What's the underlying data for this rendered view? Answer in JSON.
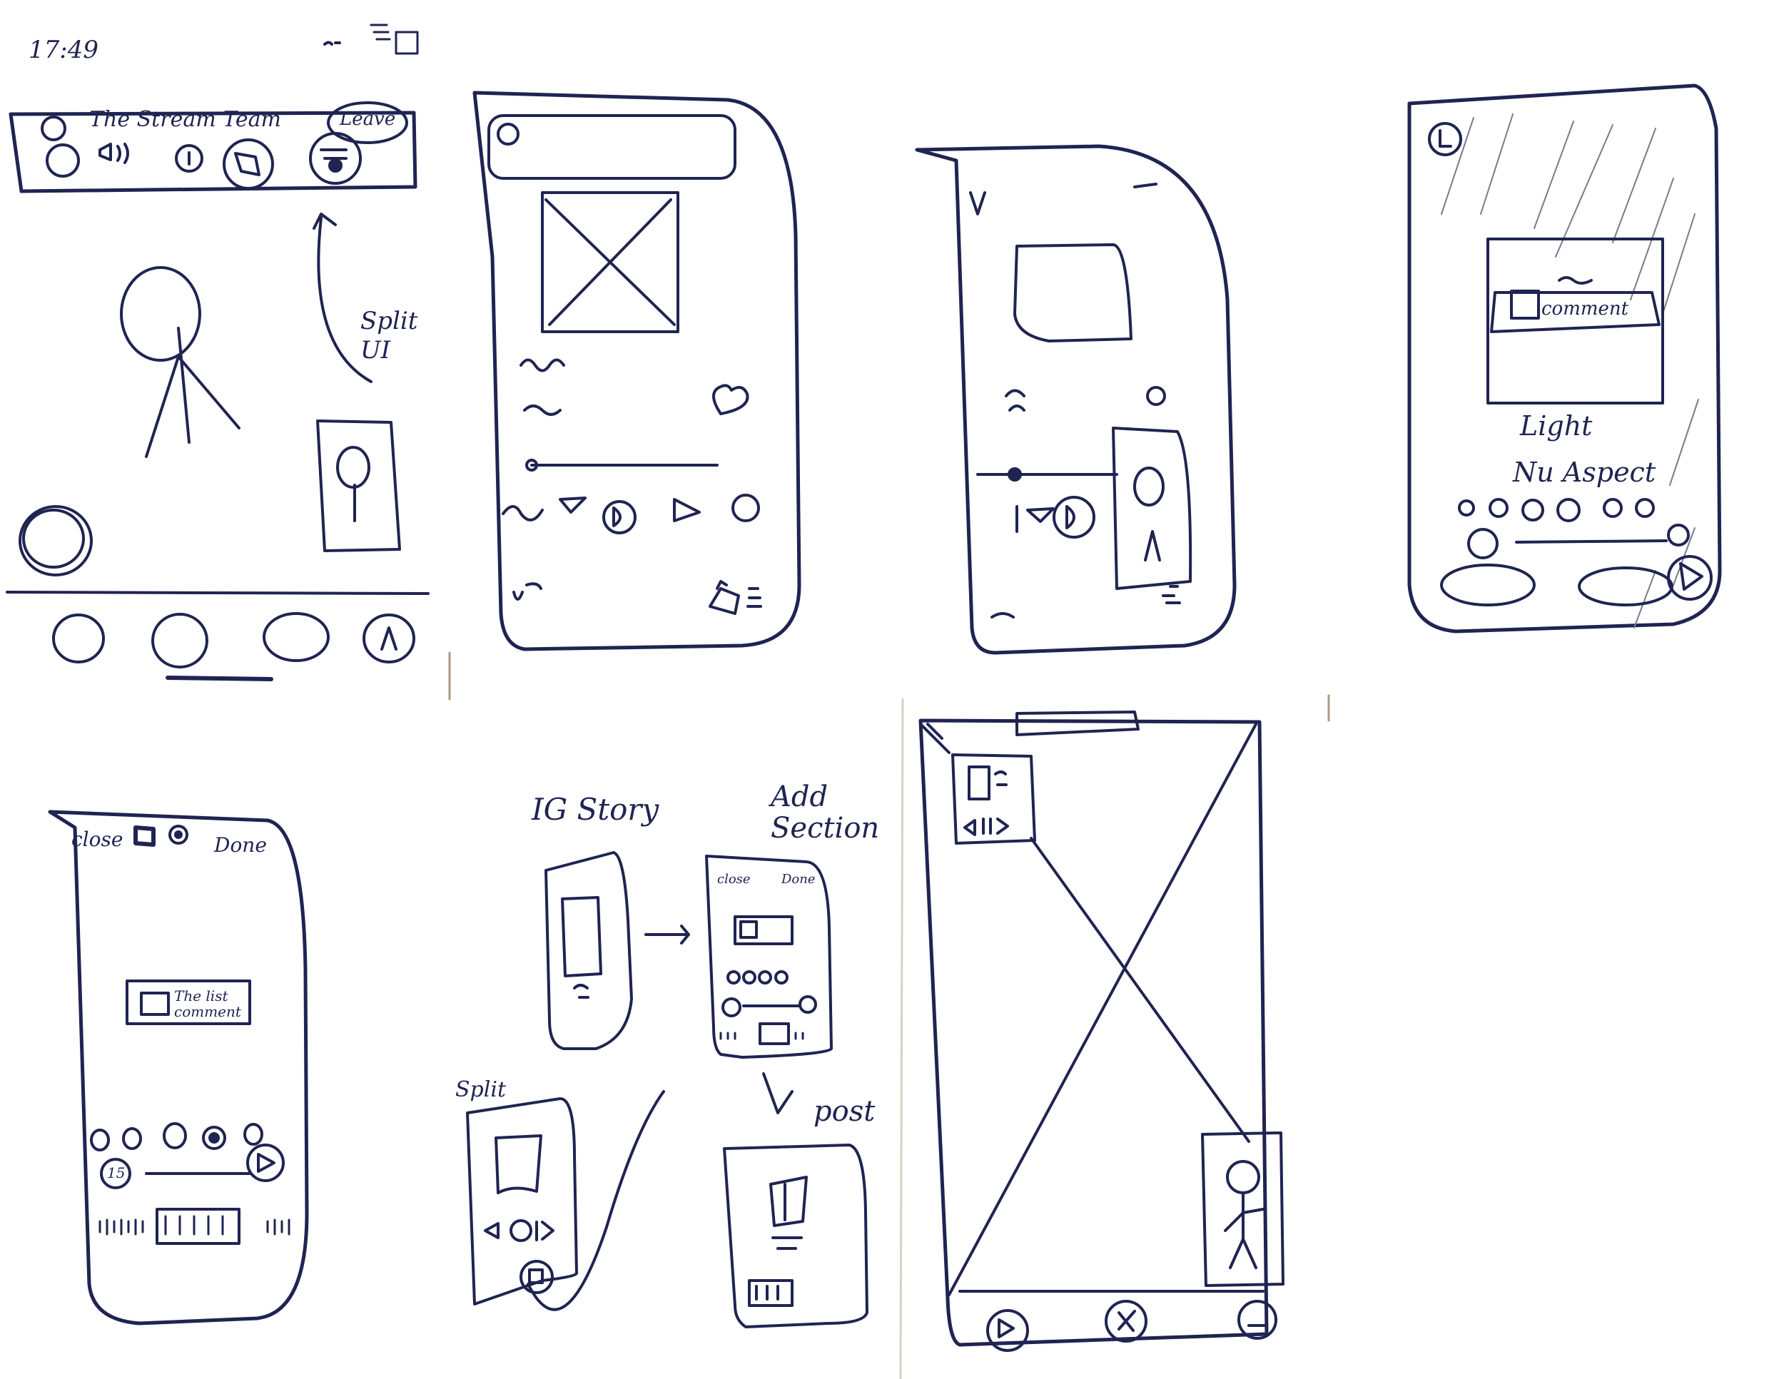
{
  "sketches": {
    "sketch1": {
      "status_time": "17:49",
      "header_title": "The Stream Team",
      "leave_label": "Leave",
      "annotation": "Split UI"
    },
    "sketch4": {
      "card_text": "comment",
      "light_label": "Light",
      "aspect_label": "Nu Aspect"
    },
    "sketch5": {
      "close_label": "close",
      "done_label": "Done",
      "card_text": "The list comment",
      "timer_label": "15"
    },
    "sketch6": {
      "ig_story_label": "IG Story",
      "add_section_label": "Add Section",
      "close_label": "close",
      "done_label": "Done",
      "split_label": "Split",
      "post_label": "post"
    }
  },
  "colors": {
    "ink": "#1f2452",
    "paper": "#ffffff"
  }
}
